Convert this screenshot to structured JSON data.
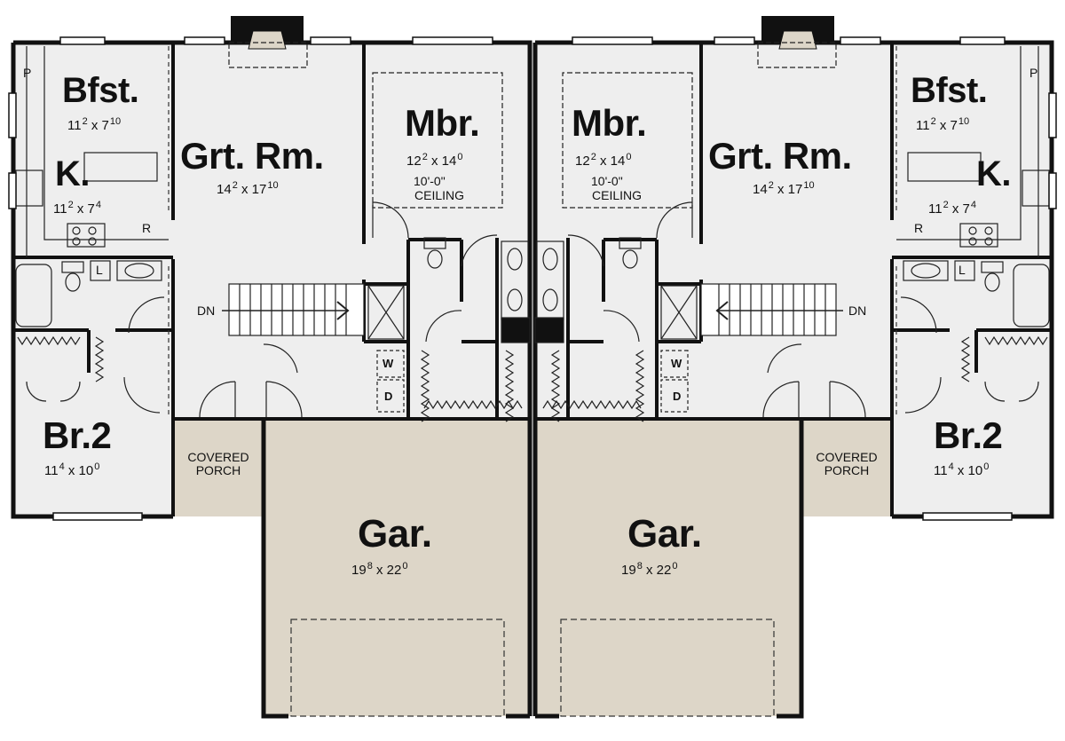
{
  "units": [
    {
      "side": "left",
      "rooms": {
        "breakfast": {
          "name": "Bfst.",
          "dim": [
            "11",
            "2",
            "7",
            "10"
          ]
        },
        "kitchen": {
          "name": "K.",
          "dim": [
            "11",
            "2",
            "7",
            "4"
          ]
        },
        "great_room": {
          "name": "Grt. Rm.",
          "dim": [
            "14",
            "2",
            "17",
            "10"
          ]
        },
        "master": {
          "name": "Mbr.",
          "dim": [
            "12",
            "2",
            "14",
            "0"
          ],
          "ceiling_height": "10'-0\"",
          "ceiling_word": "CEILING"
        },
        "bedroom2": {
          "name": "Br.2",
          "dim": [
            "11",
            "4",
            "10",
            "0"
          ]
        },
        "garage": {
          "name": "Gar.",
          "dim": [
            "19",
            "8",
            "22",
            "0"
          ]
        },
        "porch": {
          "line1": "COVERED",
          "line2": "PORCH"
        }
      },
      "stair": "DN",
      "fixtures": {
        "pantry": "P",
        "refrigerator": "R",
        "laundry": "L",
        "washer": "W",
        "dryer": "D"
      }
    },
    {
      "side": "right",
      "rooms": {
        "breakfast": {
          "name": "Bfst.",
          "dim": [
            "11",
            "2",
            "7",
            "10"
          ]
        },
        "kitchen": {
          "name": "K.",
          "dim": [
            "11",
            "2",
            "7",
            "4"
          ]
        },
        "great_room": {
          "name": "Grt. Rm.",
          "dim": [
            "14",
            "2",
            "17",
            "10"
          ]
        },
        "master": {
          "name": "Mbr.",
          "dim": [
            "12",
            "2",
            "14",
            "0"
          ],
          "ceiling_height": "10'-0\"",
          "ceiling_word": "CEILING"
        },
        "bedroom2": {
          "name": "Br.2",
          "dim": [
            "11",
            "4",
            "10",
            "0"
          ]
        },
        "garage": {
          "name": "Gar.",
          "dim": [
            "19",
            "8",
            "22",
            "0"
          ]
        },
        "porch": {
          "line1": "COVERED",
          "line2": "PORCH"
        }
      },
      "stair": "DN",
      "fixtures": {
        "pantry": "P",
        "refrigerator": "R",
        "laundry": "L",
        "washer": "W",
        "dryer": "D"
      }
    }
  ],
  "colors": {
    "interior_fill": "#eeeeee",
    "garage_fill": "#ddd6c8",
    "wall": "#111111",
    "background": "#ffffff"
  }
}
